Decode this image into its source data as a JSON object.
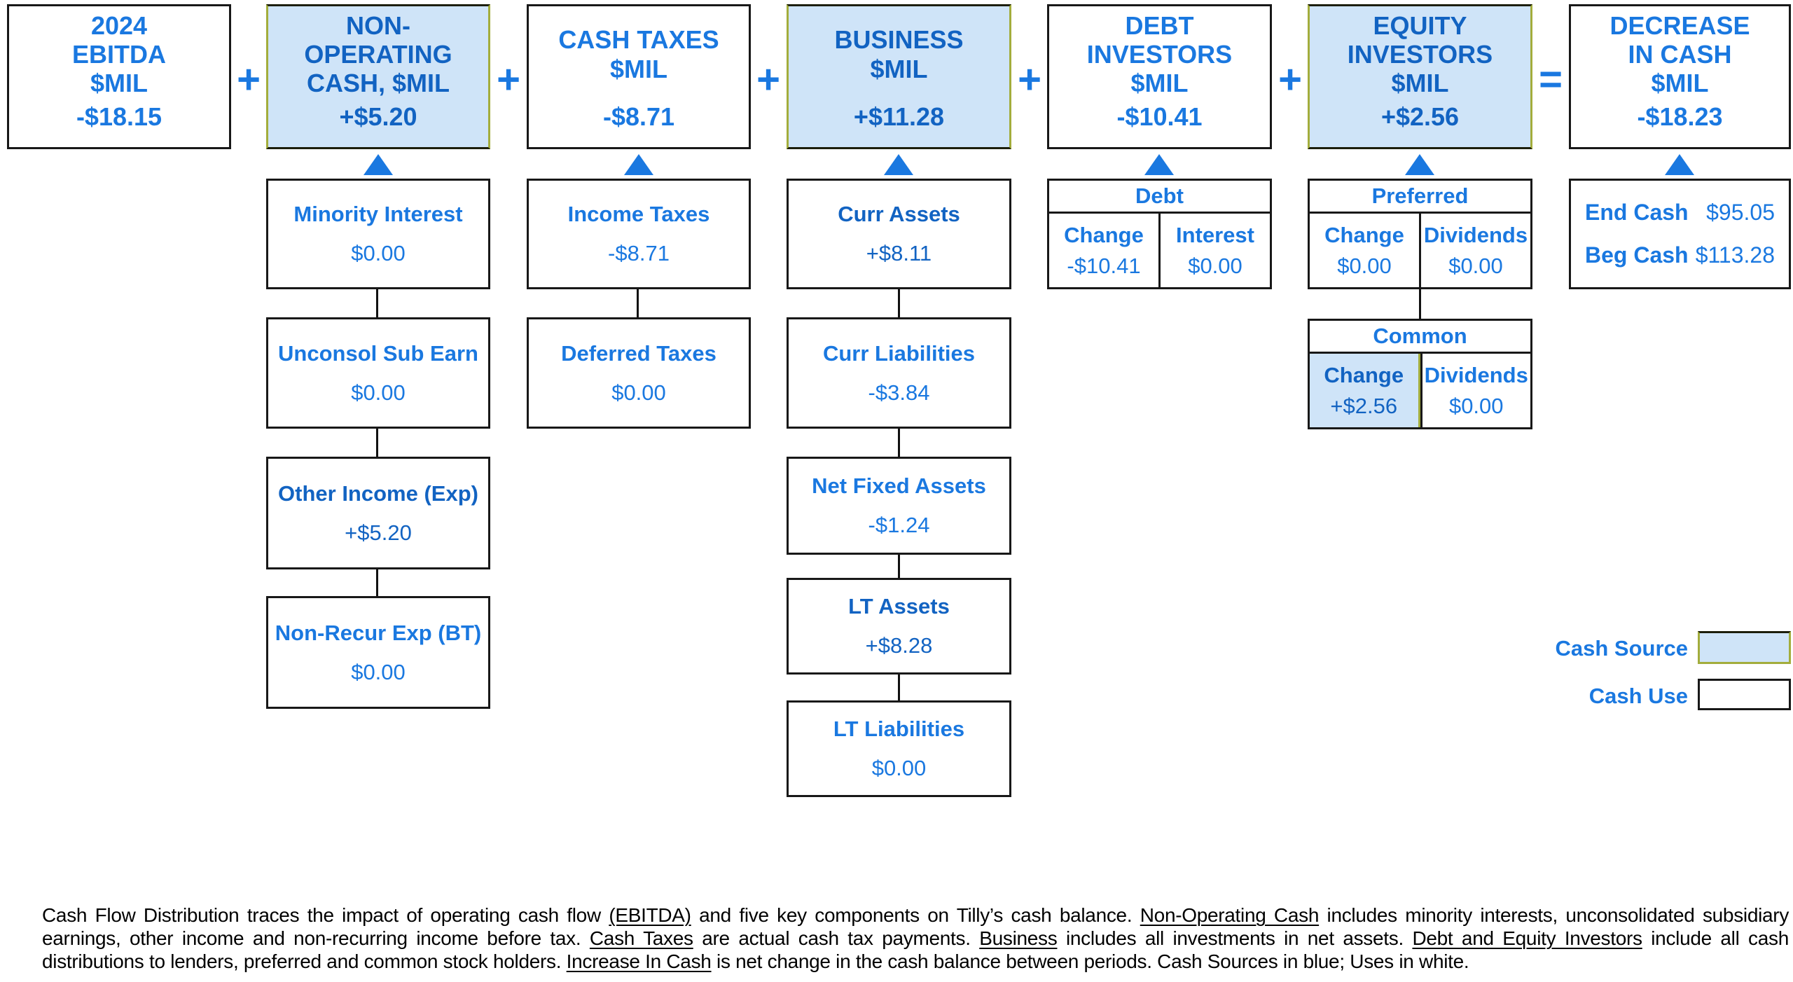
{
  "colors": {
    "text_blue": "#1a78e0",
    "text_blue_dark": "#1263c2",
    "source_fill": "#cfe4f8",
    "source_edge_olive": "#a3ad3c",
    "use_border": "#181818"
  },
  "top_row": [
    {
      "title": "2024\nEBITDA\n$MIL",
      "value": "-$18.15",
      "type": "use",
      "op_after": "+"
    },
    {
      "title": "NON-\nOPERATING\nCASH, $MIL",
      "value": "+$5.20",
      "type": "source",
      "op_after": "+"
    },
    {
      "title": "CASH TAXES\n$MIL",
      "value": "-$8.71",
      "type": "use",
      "op_after": "+"
    },
    {
      "title": "BUSINESS\n$MIL",
      "value": "+$11.28",
      "type": "source",
      "op_after": "+"
    },
    {
      "title": "DEBT\nINVESTORS\n$MIL",
      "value": "-$10.41",
      "type": "use",
      "op_after": "+"
    },
    {
      "title": "EQUITY\nINVESTORS\n$MIL",
      "value": "+$2.56",
      "type": "source",
      "op_after": "="
    },
    {
      "title": "DECREASE\nIN CASH\n$MIL",
      "value": "-$18.23",
      "type": "use",
      "op_after": ""
    }
  ],
  "non_operating_children": [
    {
      "label": "Minority Interest",
      "value": "$0.00",
      "type": "use"
    },
    {
      "label": "Unconsol Sub Earn",
      "value": "$0.00",
      "type": "use"
    },
    {
      "label": "Other Income (Exp)",
      "value": "+$5.20",
      "type": "source"
    },
    {
      "label": "Non-Recur Exp (BT)",
      "value": "$0.00",
      "type": "use"
    }
  ],
  "cash_taxes_children": [
    {
      "label": "Income Taxes",
      "value": "-$8.71",
      "type": "use"
    },
    {
      "label": "Deferred Taxes",
      "value": "$0.00",
      "type": "use"
    }
  ],
  "business_children": [
    {
      "label": "Curr Assets",
      "value": "+$8.11",
      "type": "source"
    },
    {
      "label": "Curr Liabilities",
      "value": "-$3.84",
      "type": "use"
    },
    {
      "label": "Net Fixed Assets",
      "value": "-$1.24",
      "type": "use"
    },
    {
      "label": "LT Assets",
      "value": "+$8.28",
      "type": "source"
    },
    {
      "label": "LT Liabilities",
      "value": "$0.00",
      "type": "use"
    }
  ],
  "debt_table": {
    "header": "Debt",
    "cols": [
      {
        "label": "Change",
        "value": "-$10.41",
        "type": "use"
      },
      {
        "label": "Interest",
        "value": "$0.00",
        "type": "use"
      }
    ]
  },
  "preferred_table": {
    "header": "Preferred",
    "cols": [
      {
        "label": "Change",
        "value": "$0.00",
        "type": "use"
      },
      {
        "label": "Dividends",
        "value": "$0.00",
        "type": "use"
      }
    ]
  },
  "common_table": {
    "header": "Common",
    "cols": [
      {
        "label": "Change",
        "value": "+$2.56",
        "type": "source"
      },
      {
        "label": "Dividends",
        "value": "$0.00",
        "type": "use"
      }
    ]
  },
  "cash_box": {
    "rows": [
      {
        "label": "End Cash",
        "value": "$95.05"
      },
      {
        "label": "Beg Cash",
        "value": "$113.28"
      }
    ]
  },
  "legend": {
    "source_label": "Cash Source",
    "use_label": "Cash Use"
  },
  "footnote": {
    "segments": [
      {
        "text": "Cash Flow Distribution traces the impact of operating cash flow "
      },
      {
        "text": "(EBITDA)",
        "u": true
      },
      {
        "text": " and five key components on Tilly’s cash balance.  "
      },
      {
        "text": "Non-Operating Cash",
        "u": true
      },
      {
        "text": " includes minority interests, unconsolidated subsidiary earnings, other income and non-recurring income before tax.  "
      },
      {
        "text": "Cash Taxes",
        "u": true
      },
      {
        "text": " are actual cash tax payments.  "
      },
      {
        "text": "Business",
        "u": true
      },
      {
        "text": " includes all investments in net assets.  "
      },
      {
        "text": "Debt and Equity Investors",
        "u": true
      },
      {
        "text": " include all cash distributions to lenders, preferred and common stock holders.  "
      },
      {
        "text": "Increase In Cash",
        "u": true
      },
      {
        "text": " is net change in the cash balance between periods.  Cash Sources in blue; Uses in white."
      }
    ]
  }
}
